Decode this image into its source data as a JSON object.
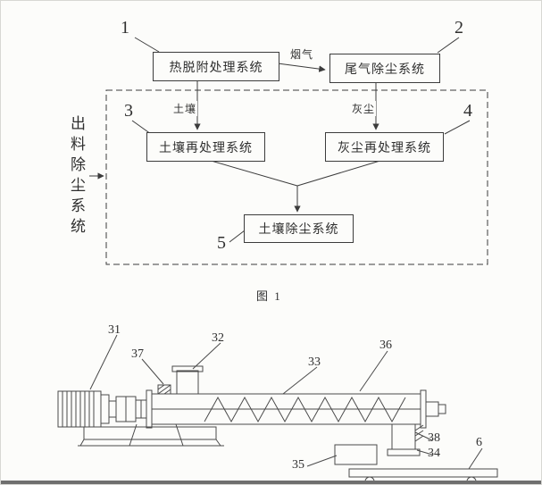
{
  "flowchart": {
    "nums": {
      "n1": "1",
      "n2": "2",
      "n3": "3",
      "n4": "4",
      "n5": "5"
    },
    "boxes": {
      "b1": "热脱附处理系统",
      "b2": "尾气除尘系统",
      "b3": "土壤再处理系统",
      "b4": "灰尘再处理系统",
      "b5": "土壤除尘系统"
    },
    "edges": {
      "flue": "烟气",
      "soil": "土壤",
      "dust": "灰尘"
    },
    "side_label": "出料除尘系统",
    "caption": "图 1"
  },
  "machine": {
    "labels": {
      "l31": "31",
      "l32": "32",
      "l33": "33",
      "l34": "34",
      "l35": "35",
      "l36": "36",
      "l37": "37",
      "l38": "38",
      "l6": "6"
    }
  },
  "colors": {
    "line": "#3c3c3c",
    "background": "#fcfcfa",
    "bottom_bar": "#6f6f6f"
  }
}
